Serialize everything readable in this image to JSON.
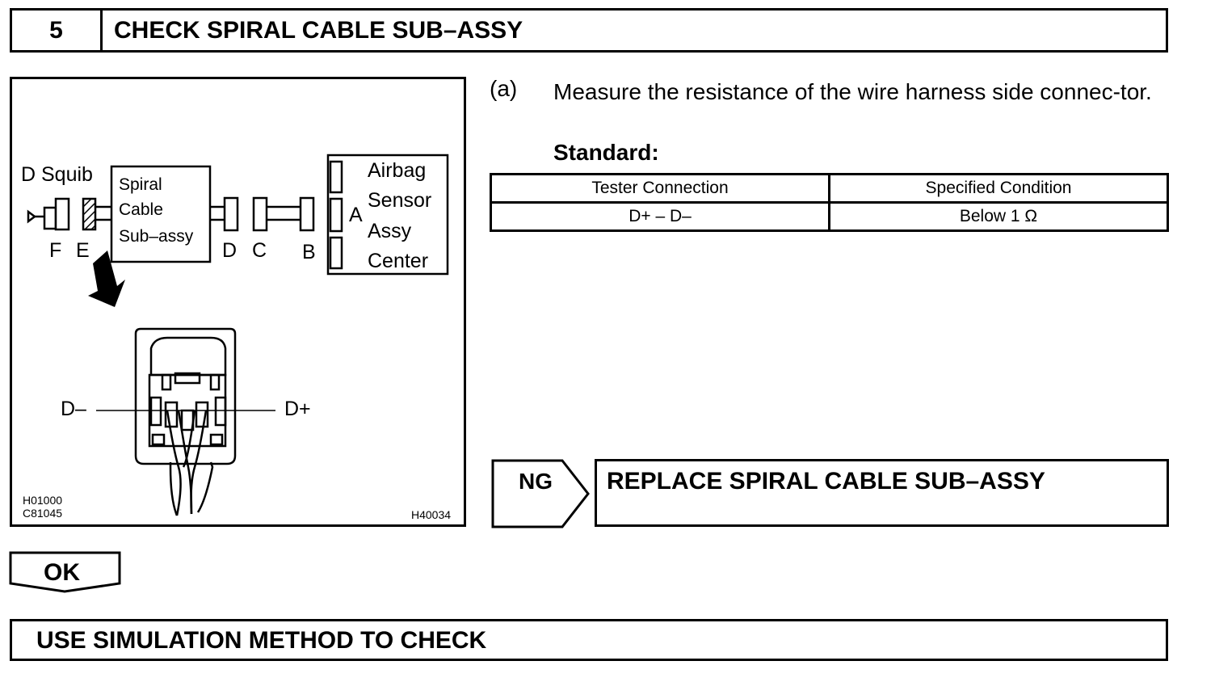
{
  "step": {
    "number": "5",
    "title": "CHECK SPIRAL CABLE SUB–ASSY"
  },
  "figure": {
    "squib_label": "D Squib",
    "spiral_label_1": "Spiral",
    "spiral_label_2": "Cable",
    "spiral_label_3": "Sub–assy",
    "airbag_label_1": "Airbag",
    "airbag_label_2": "Sensor",
    "airbag_label_3": "Assy",
    "airbag_label_4": "Center",
    "conn_F": "F",
    "conn_E": "E",
    "conn_D": "D",
    "conn_C": "C",
    "conn_B": "B",
    "conn_A": "A",
    "terminal_minus": "D–",
    "terminal_plus": "D+",
    "code_1": "H01000",
    "code_2": "C81045",
    "code_3": "H40034"
  },
  "instructions": {
    "letter": "(a)",
    "text": "Measure the resistance of the wire harness side connec-tor.",
    "standard_label": "Standard:"
  },
  "table": {
    "headers": [
      "Tester Connection",
      "Specified Condition"
    ],
    "rows": [
      [
        "D+ – D–",
        "Below 1 Ω"
      ]
    ]
  },
  "ng": {
    "label": "NG",
    "result": "REPLACE SPIRAL CABLE SUB–ASSY"
  },
  "ok": {
    "label": "OK"
  },
  "final": {
    "text": "USE SIMULATION METHOD TO CHECK"
  }
}
